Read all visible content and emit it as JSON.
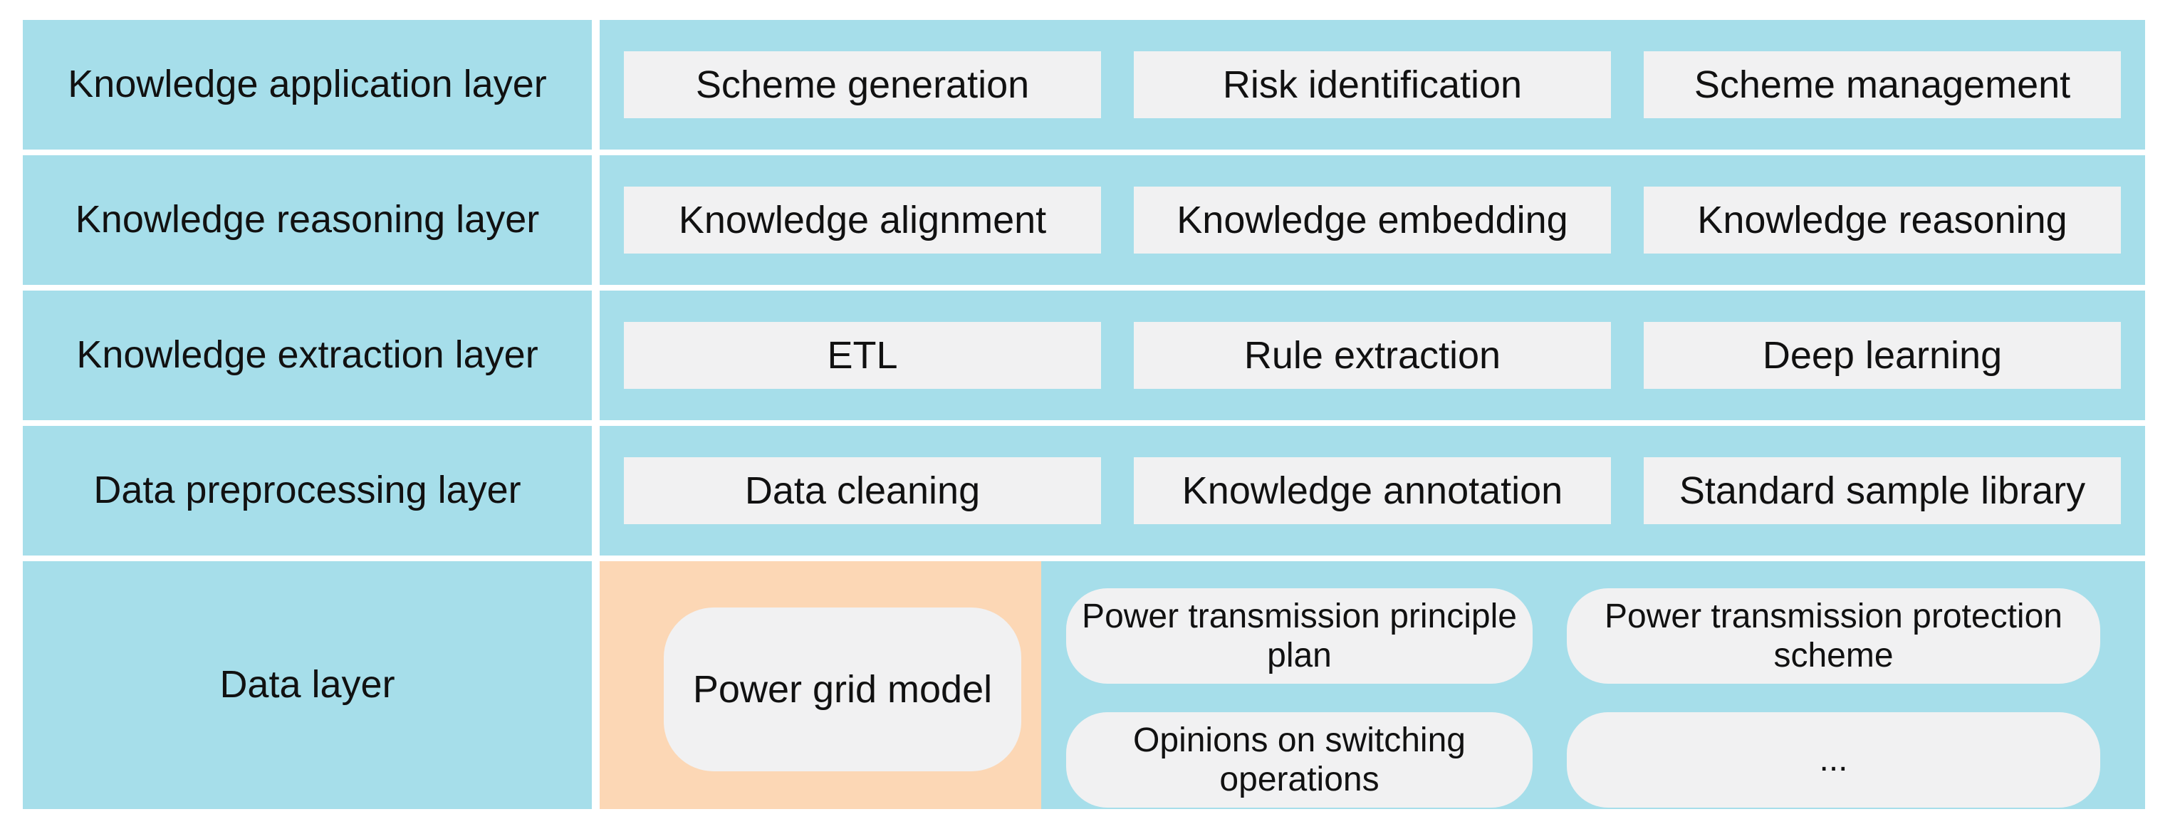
{
  "diagram": {
    "rows": [
      {
        "label": "Knowledge application layer",
        "items": [
          "Scheme generation",
          "Risk identification",
          "Scheme management"
        ]
      },
      {
        "label": "Knowledge reasoning layer",
        "items": [
          "Knowledge alignment",
          "Knowledge embedding",
          "Knowledge reasoning"
        ]
      },
      {
        "label": "Knowledge extraction layer",
        "items": [
          "ETL",
          "Rule extraction",
          "Deep learning"
        ]
      },
      {
        "label": "Data preprocessing layer",
        "items": [
          "Data cleaning",
          "Knowledge annotation",
          "Standard sample library"
        ]
      }
    ],
    "data_layer": {
      "label": "Data layer",
      "model": "Power grid model",
      "documents": [
        "Power transmission principle plan",
        "Power transmission protection scheme",
        "Opinions on switching operations",
        "..."
      ]
    },
    "colors": {
      "panel_blue": "#A6DEEA",
      "panel_orange": "#FCD7B5",
      "box_gray": "#F1F1F2"
    }
  }
}
